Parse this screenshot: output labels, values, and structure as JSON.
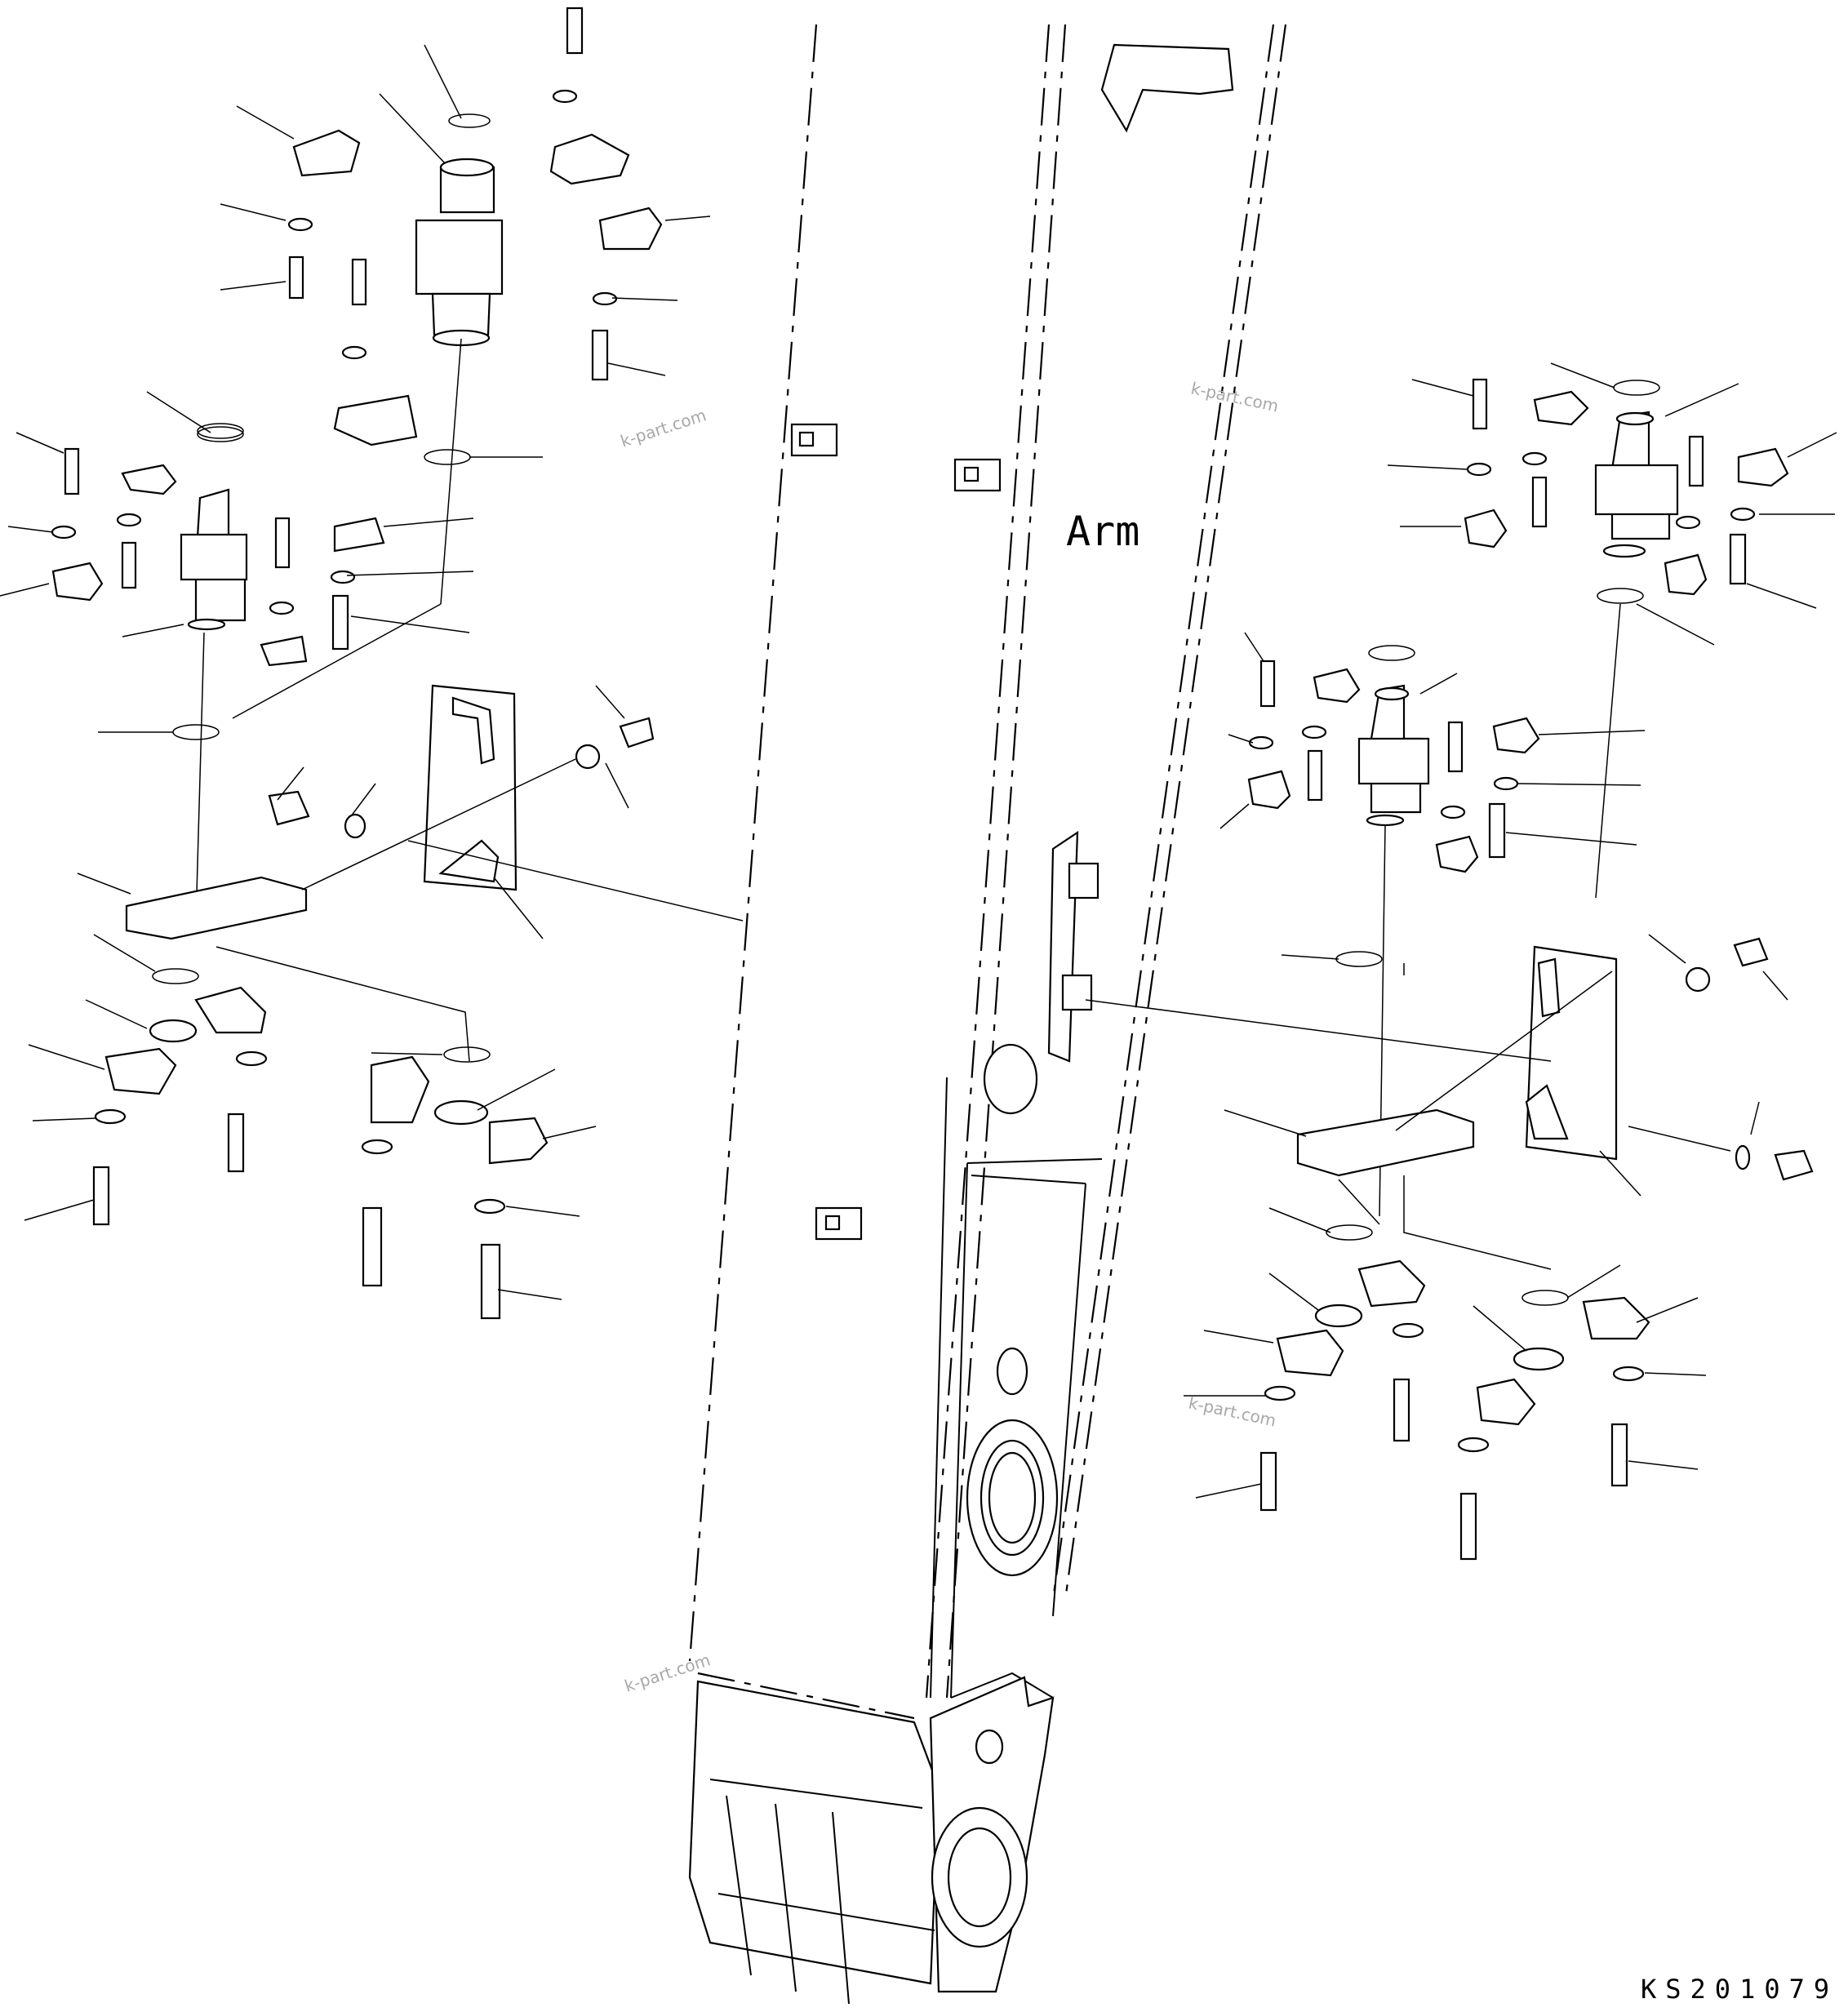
{
  "labels": {
    "component": "Arm",
    "drawing_number": "KS201079"
  },
  "watermarks": [
    "k-part.com",
    "k-part.com",
    "k-part.com",
    "k-part.com"
  ]
}
